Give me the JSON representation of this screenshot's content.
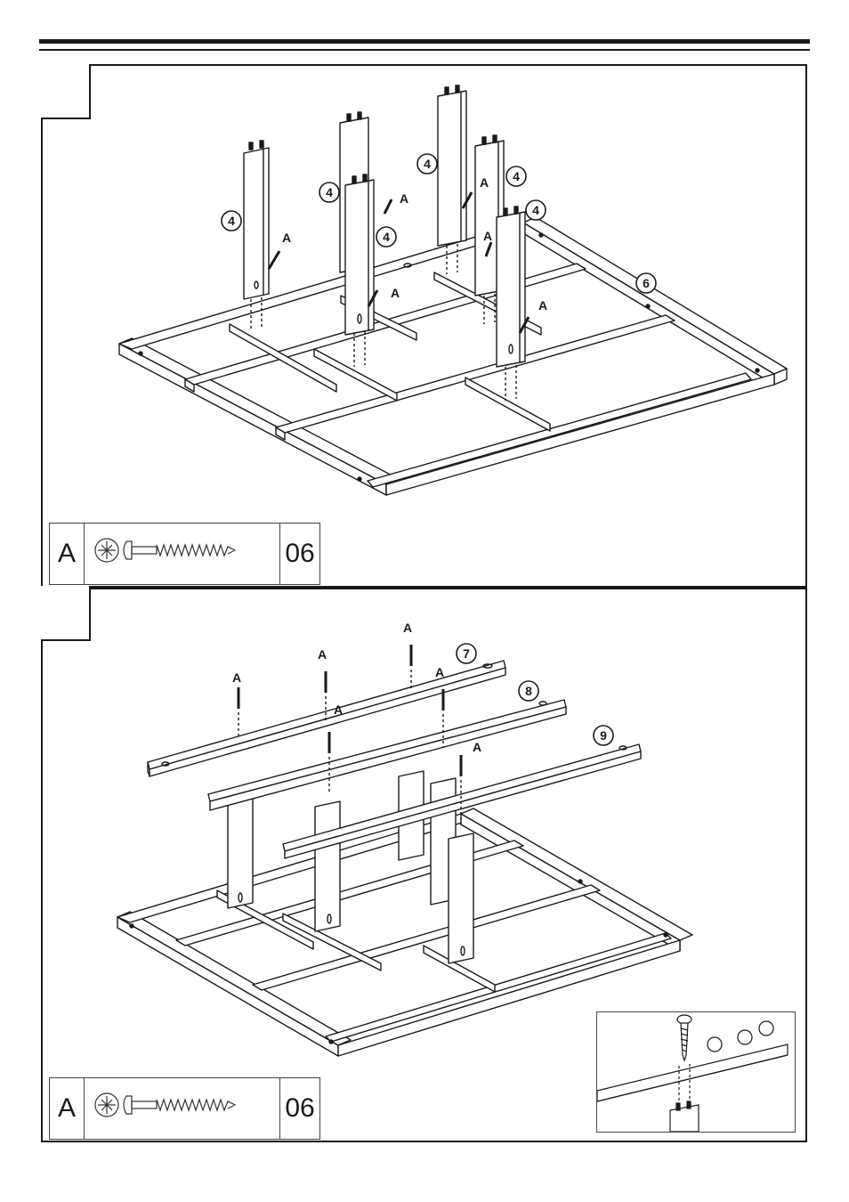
{
  "step1": {
    "part_labels": [
      "4",
      "4",
      "4",
      "4",
      "4",
      "4",
      "6"
    ],
    "screw_labels": [
      "A",
      "A",
      "A",
      "A",
      "A",
      "A"
    ]
  },
  "step2": {
    "part_labels": [
      "7",
      "8",
      "9"
    ],
    "screw_labels": [
      "A",
      "A",
      "A",
      "A",
      "A",
      "A"
    ]
  },
  "hardware": [
    {
      "letter": "A",
      "quantity": "06",
      "icon": "screw-icon"
    },
    {
      "letter": "A",
      "quantity": "06",
      "icon": "screw-icon"
    }
  ]
}
